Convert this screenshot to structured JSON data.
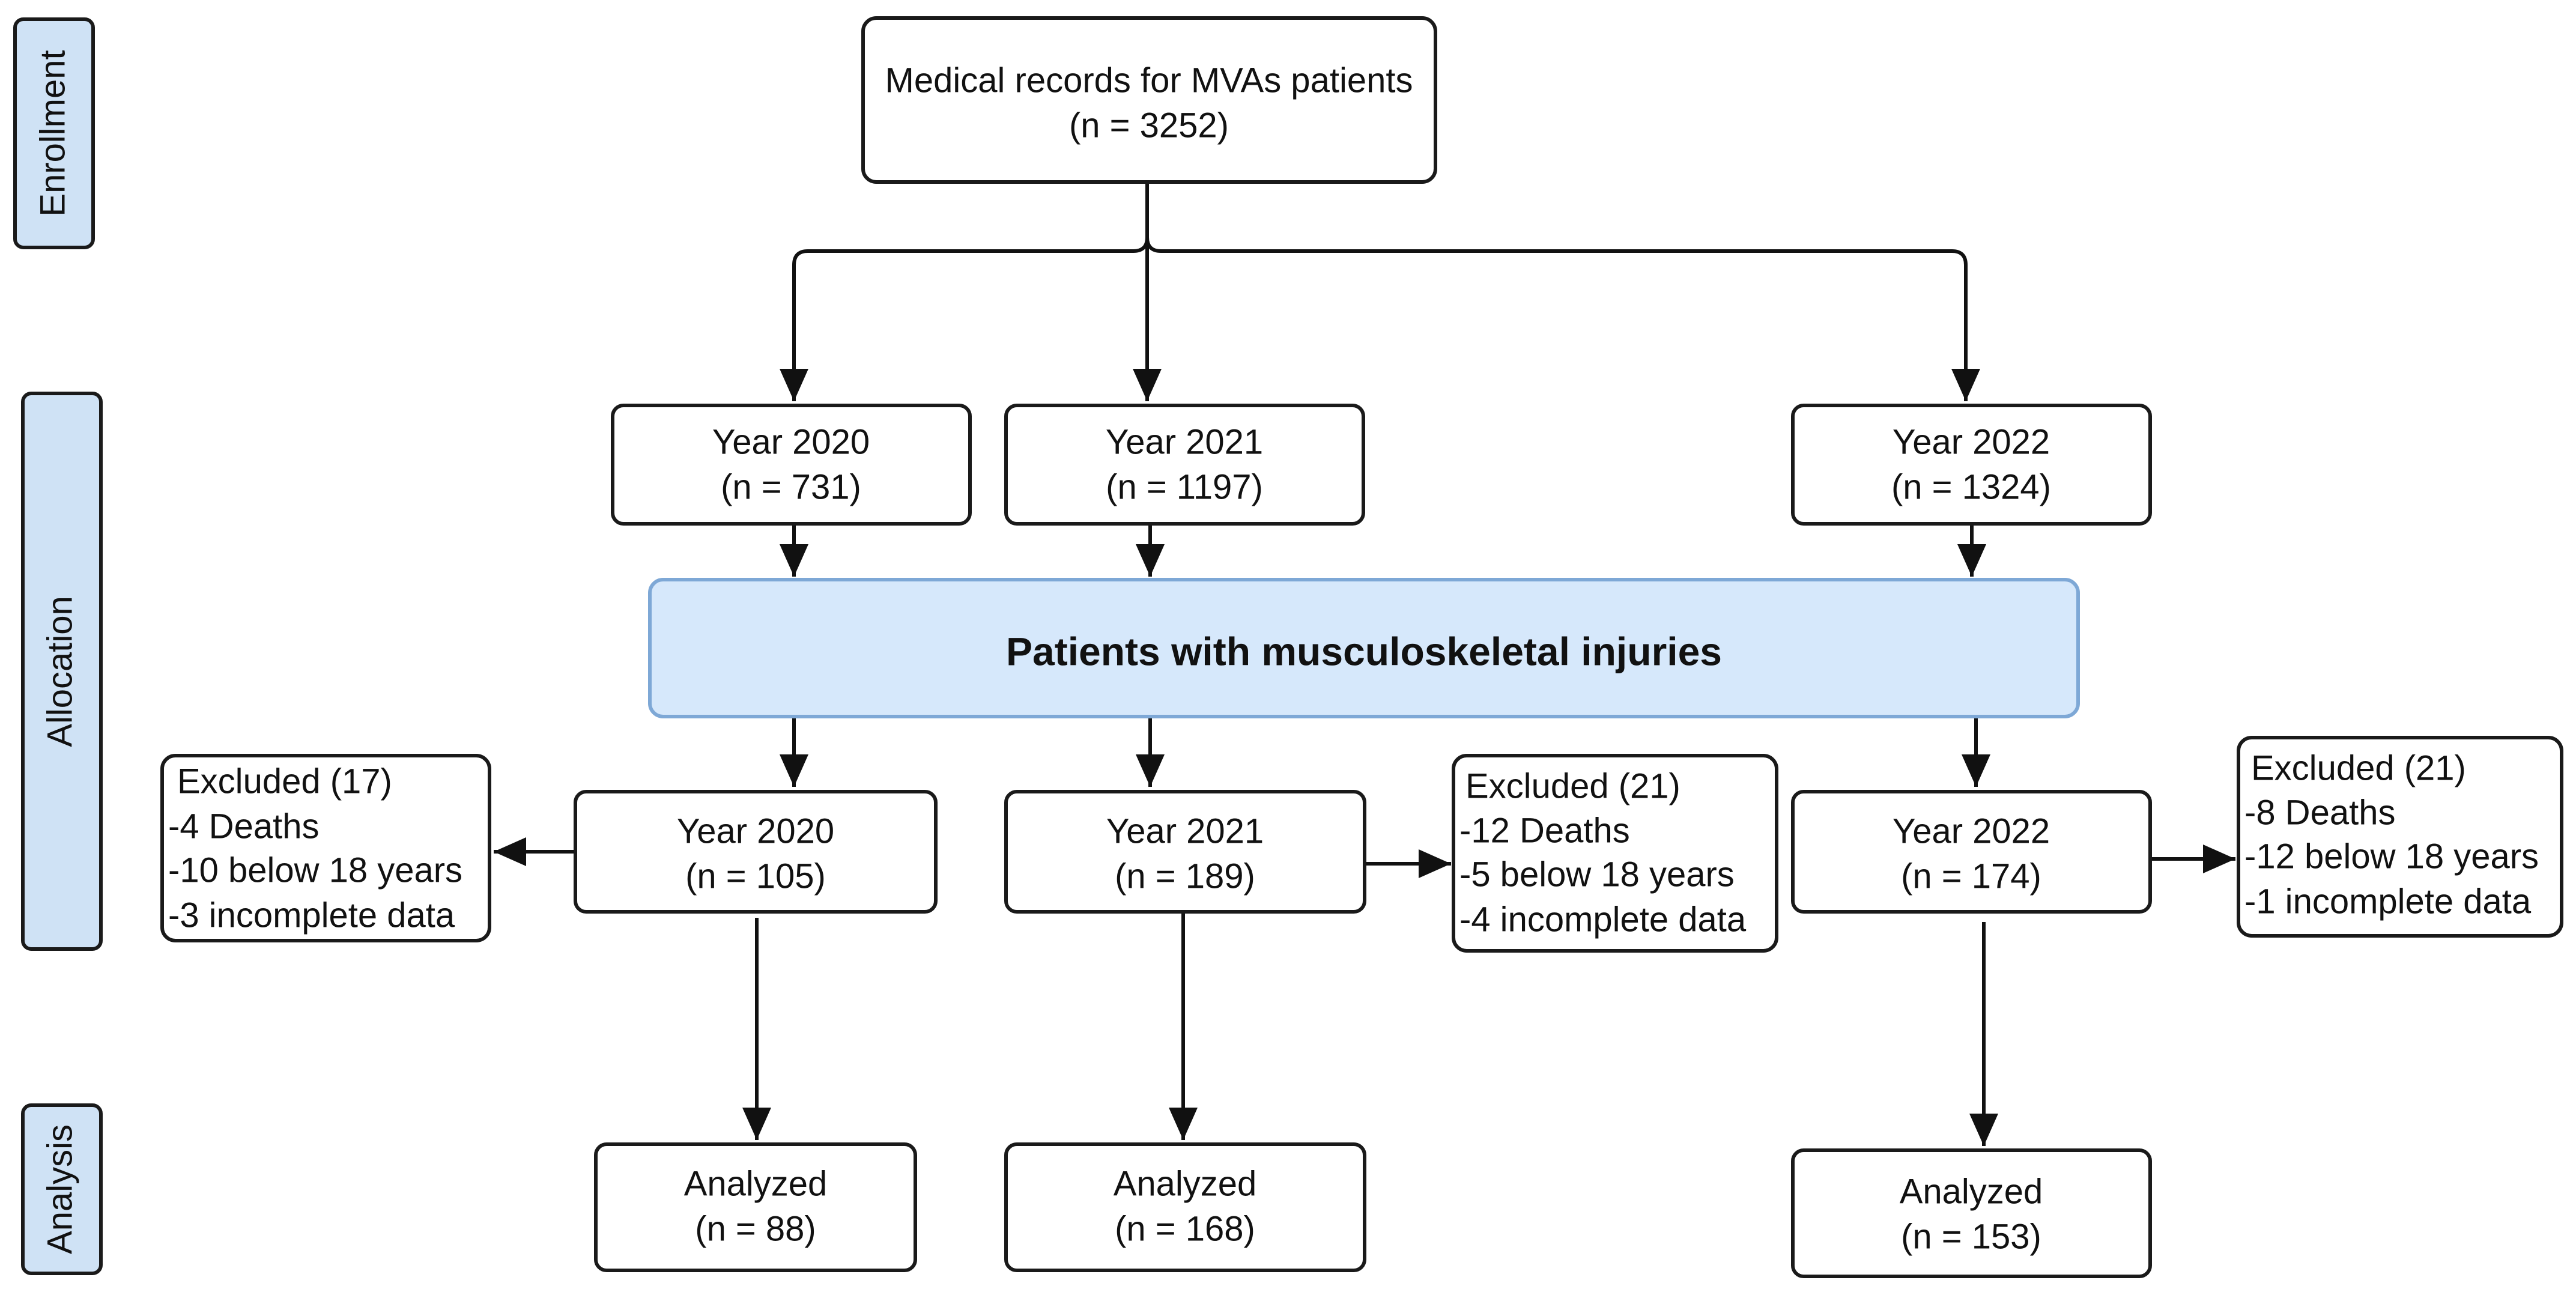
{
  "stages": {
    "enrollment": "Enrollment",
    "allocation": "Allocation",
    "analysis": "Analysis"
  },
  "enrollment_box": {
    "line1": "Medical records for MVAs patients",
    "line2": "(n = 3252)"
  },
  "allocation_years": [
    {
      "year": "Year 2020",
      "n": "(n = 731)"
    },
    {
      "year": "Year 2021",
      "n": "(n = 1197)"
    },
    {
      "year": "Year 2022",
      "n": "(n = 1324)"
    }
  ],
  "banner": "Patients with musculoskeletal injuries",
  "filtered_years": [
    {
      "year": "Year 2020",
      "n": "(n = 105)"
    },
    {
      "year": "Year 2021",
      "n": "(n = 189)"
    },
    {
      "year": "Year 2022",
      "n": "(n = 174)"
    }
  ],
  "excluded": [
    {
      "title": "Excluded (17)",
      "items": [
        "-4 Deaths",
        "-10 below 18 years",
        "-3 incomplete data"
      ]
    },
    {
      "title": "Excluded (21)",
      "items": [
        "-12 Deaths",
        "-5 below 18 years",
        "-4 incomplete data"
      ]
    },
    {
      "title": "Excluded (21)",
      "items": [
        "-8 Deaths",
        "-12 below 18 years",
        "-1 incomplete data"
      ]
    }
  ],
  "analyzed": [
    {
      "label": "Analyzed",
      "n": "(n = 88)"
    },
    {
      "label": "Analyzed",
      "n": "(n = 168)"
    },
    {
      "label": "Analyzed",
      "n": "(n = 153)"
    }
  ]
}
